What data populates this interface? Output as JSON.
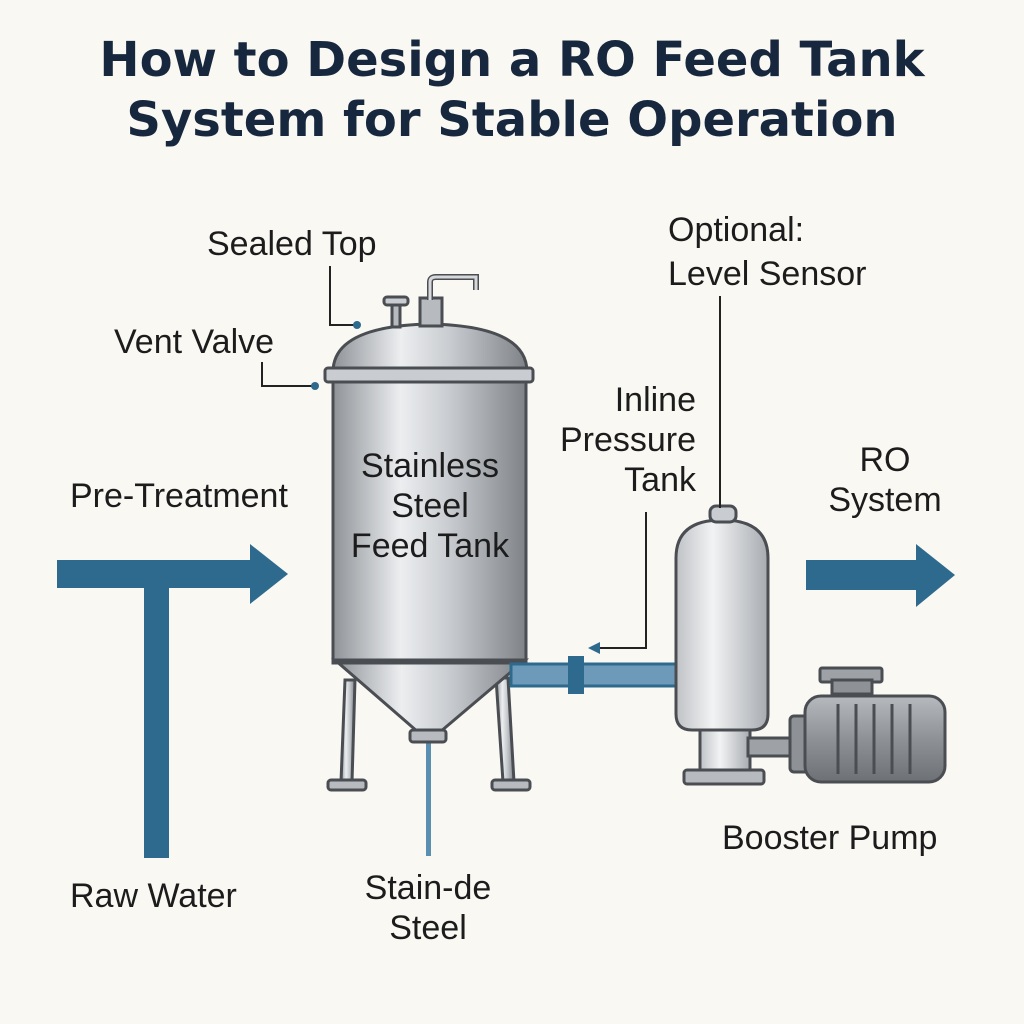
{
  "title": {
    "line1": "How to Design a RO Feed Tank",
    "line2": "System for Stable Operation"
  },
  "labels": {
    "sealed_top": "Sealed Top",
    "vent_valve": "Vent Valve",
    "pre_treatment": "Pre-Treatment",
    "raw_water": "Raw Water",
    "tank_line1": "Stainless",
    "tank_line2": "Steel",
    "tank_line3": "Feed Tank",
    "bottom_line1": "Stain-de",
    "bottom_line2": "Steel",
    "level_line1": "Optional:",
    "level_line2": "Level Sensor",
    "inline_line1": "Inline",
    "inline_line2": "Pressure",
    "inline_line3": "Tank",
    "ro_line1": "RO",
    "ro_line2": "System",
    "booster_pump": "Booster Pump"
  },
  "colors": {
    "background": "#faf8f3",
    "title": "#17283e",
    "pipe_blue": "#2e6a8e",
    "steel_light": "#e4e6e8",
    "steel_dark": "#8d9196",
    "outline": "#4a4d52"
  }
}
